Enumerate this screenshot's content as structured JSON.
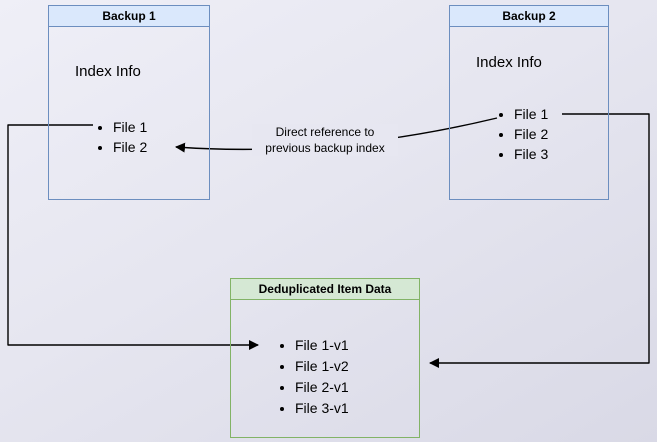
{
  "boxes": {
    "backup1": {
      "title": "Backup 1",
      "subtitle": "Index Info",
      "items": [
        "File 1",
        "File 2"
      ]
    },
    "backup2": {
      "title": "Backup 2",
      "subtitle": "Index Info",
      "items": [
        "File 1",
        "File 2",
        "File 3"
      ]
    },
    "dedup": {
      "title": "Deduplicated Item Data",
      "items": [
        "File 1-v1",
        "File 1-v2",
        "File 2-v1",
        "File 3-v1"
      ]
    }
  },
  "annotation": {
    "text": "Direct reference to previous backup index"
  },
  "colors": {
    "backup_box_fill": "#dae8fc",
    "backup_box_border": "#6c8ebf",
    "dedup_box_fill": "#d5e8d4",
    "dedup_box_border": "#82b366",
    "arrow": "#000000",
    "background": "#e6e6f0"
  }
}
